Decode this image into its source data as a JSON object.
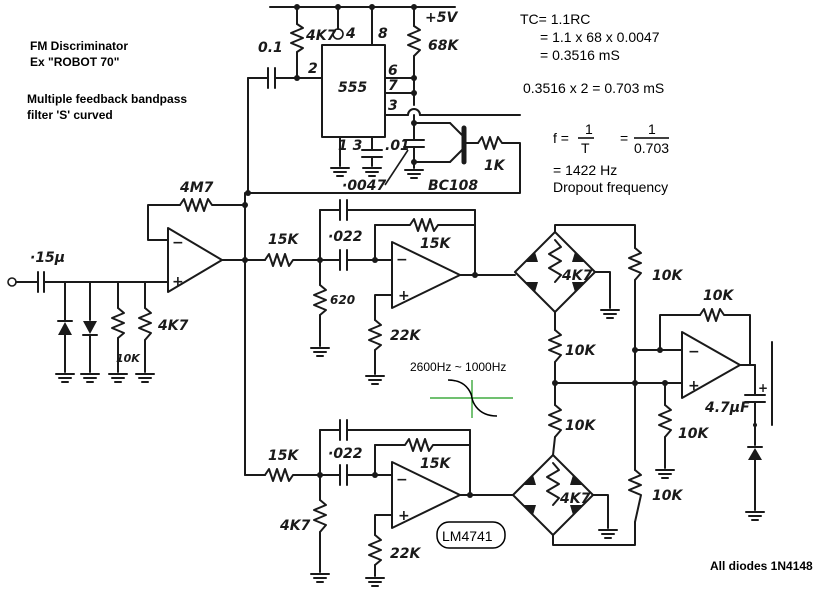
{
  "title": {
    "line1": "FM Discriminator",
    "line2": "Ex \"ROBOT 70\""
  },
  "subtitle": {
    "line1": "Multiple feedback bandpass",
    "line2": "filter  'S' curved"
  },
  "calc": {
    "tc1": "TC= 1.1RC",
    "tc2": "= 1.1 x 68 x 0.0047",
    "tc3": "= 0.3516 mS",
    "double": "0.3516 x 2  =  0.703 mS",
    "f_label": "f =",
    "f_num": "1",
    "f_den": "T",
    "eq": "=",
    "f_num2": "1",
    "f_den2": "0.703",
    "result": "= 1422 Hz",
    "result_label": "Dropout frequency"
  },
  "timer": {
    "supply": "+5V",
    "chip": "555",
    "r_pull": "4K7",
    "r_timing": "68K",
    "c_in": "0.1",
    "c_timing": ".01",
    "c_ctrl": "·0047",
    "pin4": "4",
    "pin8": "8",
    "pin2": "2",
    "pin6": "6",
    "pin7": "7",
    "pin3": "3",
    "pin1_5": "1 3",
    "transistor": "BC108",
    "r_base": "1K"
  },
  "input": {
    "cap": "·15µ",
    "r1": "10K",
    "r2": "4K7",
    "r_fb": "4M7"
  },
  "filter_top": {
    "r_in": "15K",
    "r_gnd": "620",
    "cap": "·022",
    "r_fb": "15K",
    "r_bias": "22K"
  },
  "filter_bottom": {
    "r_in": "15K",
    "r_gnd": "4K7",
    "cap": "·022",
    "r_fb": "15K",
    "r_bias": "22K"
  },
  "bridge": {
    "top_r": "4K7",
    "bottom_r": "4K7"
  },
  "summing": {
    "r_top_right": "10K",
    "r_mid1": "10K",
    "r_mid2": "10K",
    "r_bottom_right": "10K",
    "r_fb": "10K",
    "r_gnd": "10K",
    "c_out": "4.7µF"
  },
  "response": {
    "label": "2600Hz ~ 1000Hz",
    "curve_color": "#1a9a1a"
  },
  "opamp_label": "LM4741",
  "diodes_note": "All diodes 1N4148"
}
